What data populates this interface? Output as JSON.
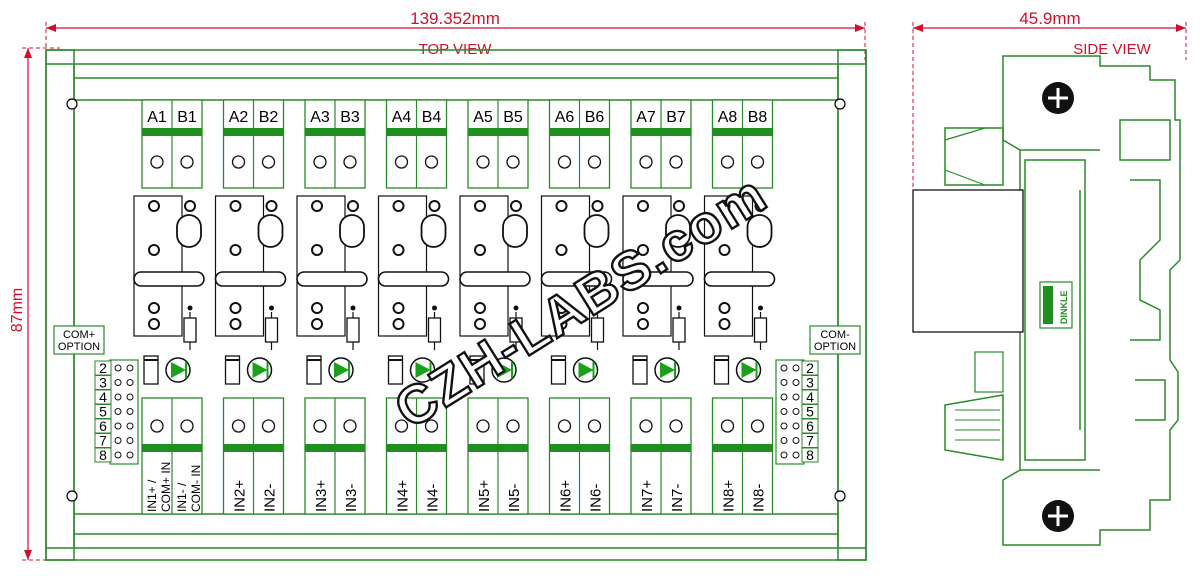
{
  "dimensions": {
    "width": "139.352mm",
    "height": "87mm",
    "depth": "45.9mm"
  },
  "views": {
    "top": "TOP VIEW",
    "side": "SIDE VIEW"
  },
  "channel_output_labels": [
    "A1",
    "B1",
    "A2",
    "B2",
    "A3",
    "B3",
    "A4",
    "B4",
    "A5",
    "B5",
    "A6",
    "B6",
    "A7",
    "B7",
    "A8",
    "B8"
  ],
  "channel_input_labels": [
    [
      "IN1+ /",
      "COM+ IN"
    ],
    [
      "IN1- /",
      "COM- IN"
    ],
    [
      "IN2+"
    ],
    [
      "IN2-"
    ],
    [
      "IN3+"
    ],
    [
      "IN3-"
    ],
    [
      "IN4+"
    ],
    [
      "IN4-"
    ],
    [
      "IN5+"
    ],
    [
      "IN5-"
    ],
    [
      "IN6+"
    ],
    [
      "IN6-"
    ],
    [
      "IN7+"
    ],
    [
      "IN7-"
    ],
    [
      "IN8+"
    ],
    [
      "IN8-"
    ]
  ],
  "com_options": {
    "left": {
      "line1": "COM+",
      "line2": "OPTION"
    },
    "right": {
      "line1": "COM-",
      "line2": "OPTION"
    },
    "numbers": [
      "2",
      "3",
      "4",
      "5",
      "6",
      "7",
      "8"
    ]
  },
  "watermark": "CZH-LABS.com",
  "side_logo": "DINKLE",
  "colors": {
    "outline": "#2a8a2a",
    "dimension": "#d0102a",
    "terminal_bar": "#1f8f1f",
    "led": "#1aa01a"
  }
}
